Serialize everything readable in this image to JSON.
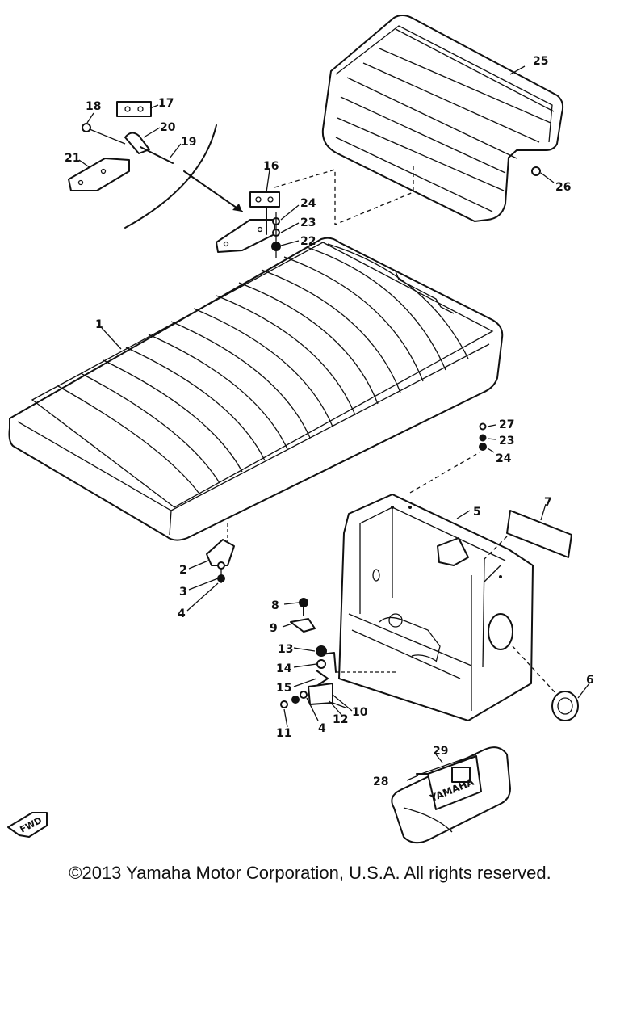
{
  "labels": {
    "p1": "1",
    "p2": "2",
    "p3": "3",
    "p4a": "4",
    "p4b": "4",
    "p5": "5",
    "p6": "6",
    "p7": "7",
    "p8": "8",
    "p9": "9",
    "p10": "10",
    "p11": "11",
    "p12": "12",
    "p13": "13",
    "p14": "14",
    "p15": "15",
    "p16": "16",
    "p17": "17",
    "p18": "18",
    "p19": "19",
    "p20": "20",
    "p21": "21",
    "p22": "22",
    "p23a": "23",
    "p23b": "23",
    "p24a": "24",
    "p24b": "24",
    "p25": "25",
    "p26": "26",
    "p27": "27",
    "p28": "28",
    "p29": "29"
  },
  "fwd_label": "FWD",
  "bag_text": "YAMAHA",
  "copyright": "©2013 Yamaha Motor Corporation, U.S.A. All rights reserved."
}
